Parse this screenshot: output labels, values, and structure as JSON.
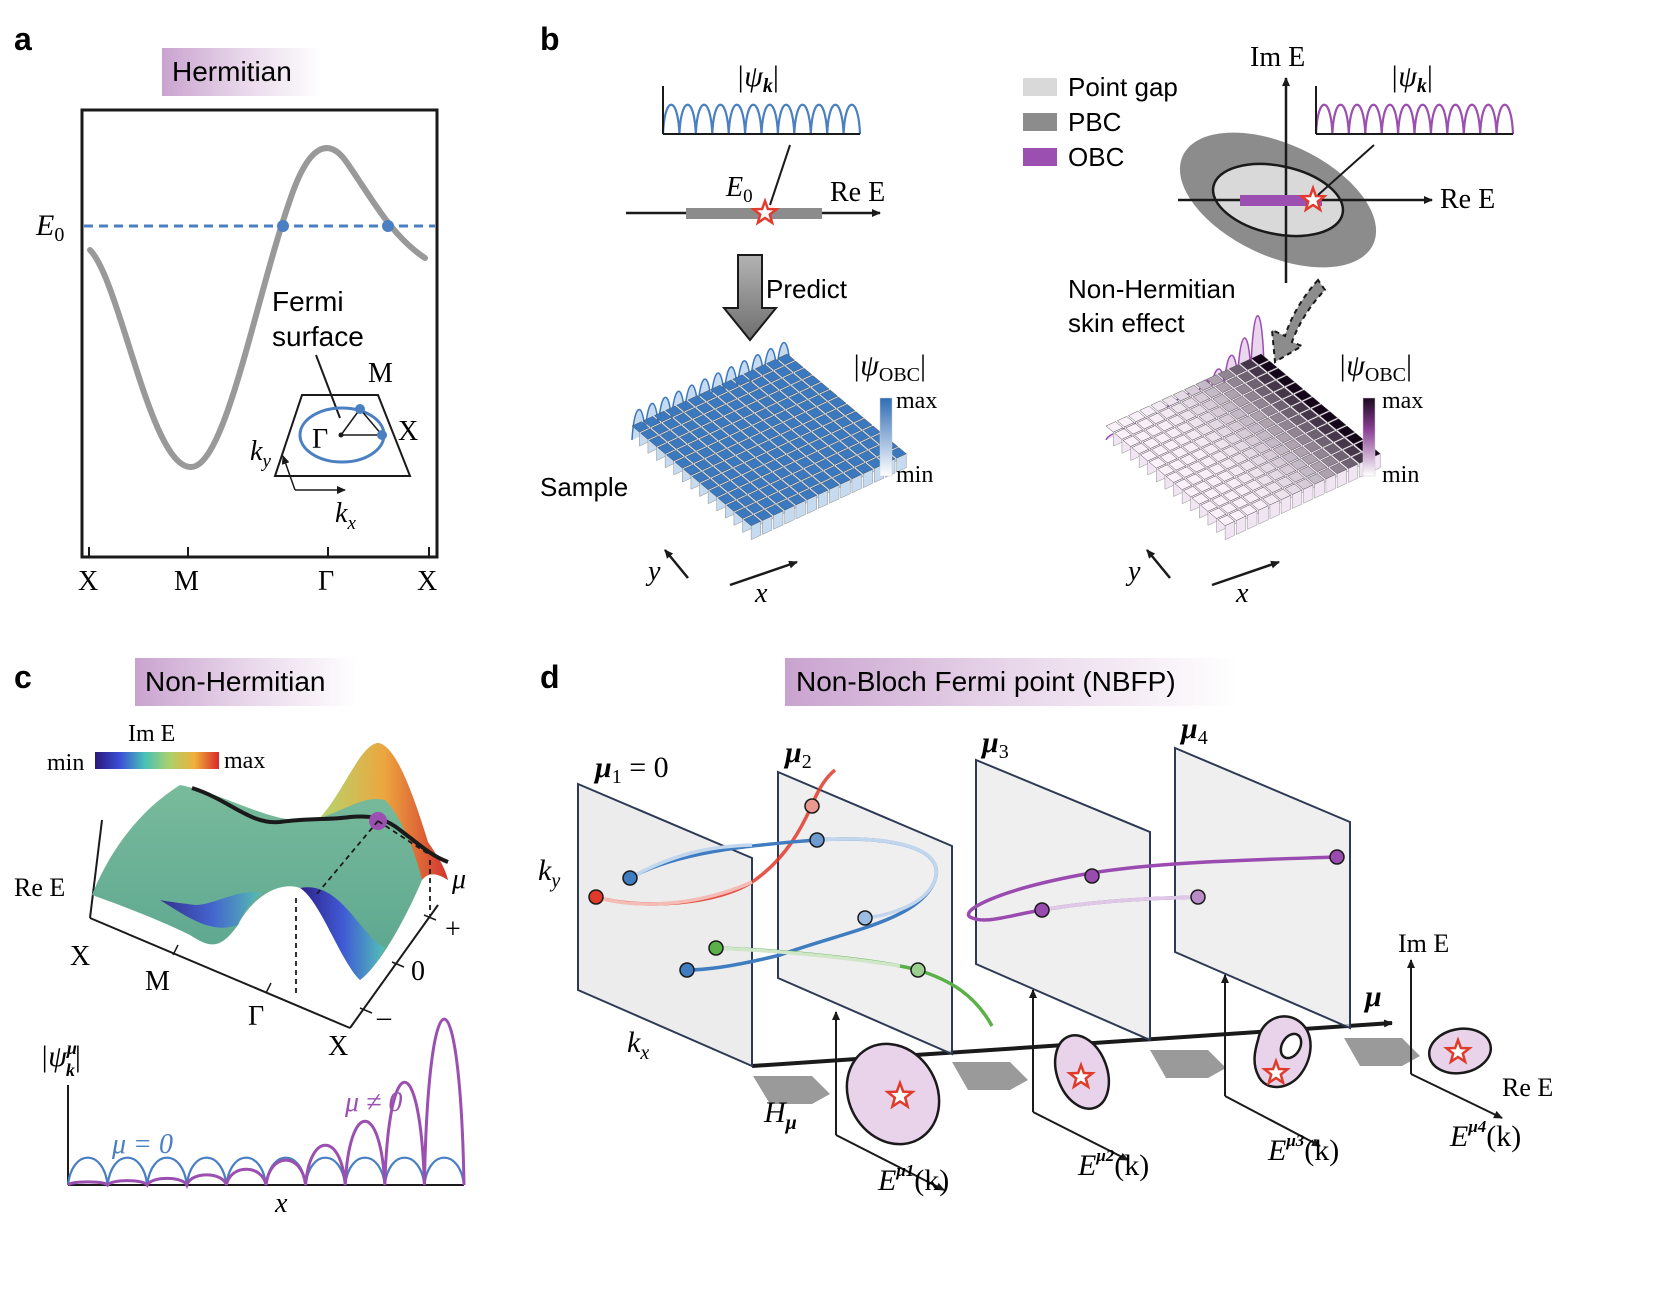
{
  "panel_labels": [
    "a",
    "b",
    "c",
    "d"
  ],
  "panel_a": {
    "title": "Hermitian",
    "e0_label": "E",
    "e0_sub": "0",
    "fermi_label_line1": "Fermi",
    "fermi_label_line2": "surface",
    "bz_M": "M",
    "bz_X": "X",
    "bz_Gamma": "Γ",
    "bz_ky": "k",
    "bz_ky_sub": "y",
    "bz_kx": "k",
    "bz_kx_sub": "x",
    "x_ticks": [
      "X",
      "M",
      "Γ",
      "X"
    ],
    "colors": {
      "band": "#999999",
      "e0_line": "#4a7fc1",
      "fermi": "#4a7fc1"
    }
  },
  "panel_b": {
    "psi_k_label": "|ψ",
    "psi_k_sub": "k",
    "psi_k_close": "|",
    "e0_label": "E",
    "e0_sub": "0",
    "re_e_label": "Re E",
    "predict_label": "Predict",
    "sample_label": "Sample",
    "psi_obc_label": "|ψ",
    "psi_obc_sub": "OBC",
    "psi_obc_close": "|",
    "colorbar_max": "max",
    "colorbar_min": "min",
    "x_label": "x",
    "y_label": "y",
    "legend": [
      {
        "label": "Point gap",
        "color": "#d9d9d9"
      },
      {
        "label": "PBC",
        "color": "#8c8c8c"
      },
      {
        "label": "OBC",
        "color": "#9b4fb0"
      }
    ],
    "im_e_label": "Im E",
    "re_e_label_right": "Re E",
    "skin_line1": "Non-Hermitian",
    "skin_line2": "skin effect",
    "colors": {
      "blue": "#3a78c0",
      "purple": "#9b4fb0",
      "star": "#e23b2e"
    }
  },
  "panel_c": {
    "title": "Non-Hermitian",
    "colorbar_title": "Im E",
    "colorbar_min": "min",
    "colorbar_max": "max",
    "re_e_label": "Re E",
    "k_ticks": [
      "X",
      "M",
      "Γ",
      "X"
    ],
    "mu_label": "μ",
    "mu_plus": "+",
    "mu_zero": "0",
    "mu_minus": "–",
    "psi_label": "|ψ",
    "psi_sup": "μ",
    "psi_sub": "k",
    "psi_close": "|",
    "mu_zero_label": "μ = 0",
    "mu_nonzero_label": "μ ≠ 0",
    "x_label": "x"
  },
  "panel_d": {
    "title": "Non-Bloch Fermi point (NBFP)",
    "plane_labels": [
      "μ",
      "μ",
      "μ",
      "μ"
    ],
    "plane_subs": [
      "1",
      "2",
      "3",
      "4"
    ],
    "mu1_suffix": " = 0",
    "ky_label": "k",
    "ky_sub": "y",
    "kx_label": "k",
    "kx_sub": "x",
    "mu_axis_label": "μ",
    "h_mu_label": "H",
    "h_mu_sub": "μ",
    "energy_labels": [
      "E",
      "E",
      "E",
      "E"
    ],
    "energy_sups": [
      "μ1",
      "μ2",
      "μ3",
      "μ4"
    ],
    "energy_args": [
      "(k)",
      "(k)",
      "(k)",
      "(k)"
    ],
    "im_e_label": "Im E",
    "re_e_label": "Re E",
    "colors": {
      "red": "#e03a2a",
      "blue": "#3f7cc0",
      "green": "#5cb04a",
      "purple": "#9a4bb0",
      "ellipse": "#e8d3ea"
    }
  }
}
